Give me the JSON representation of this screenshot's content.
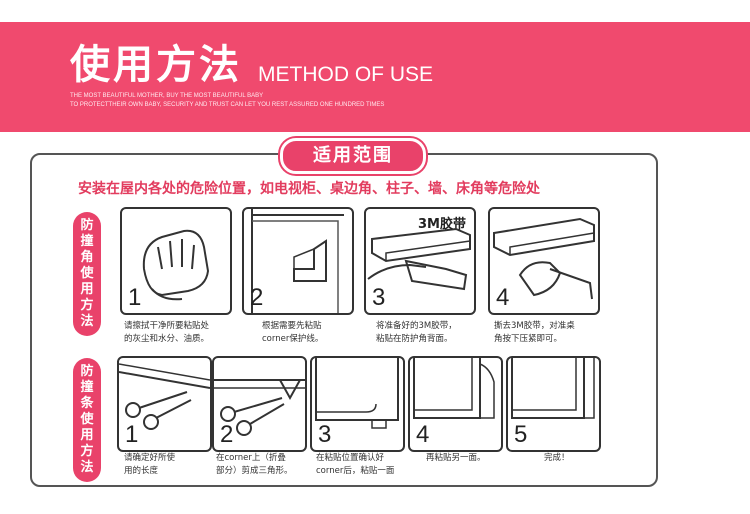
{
  "banner": {
    "title": "使用方法",
    "subtitle": "METHOD OF USE",
    "small_line1": "THE MOST BEAUTIFUL MOTHER, BUY THE MOST BEAUTIFUL BABY",
    "small_line2": "TO PROTECTTHEIR OWN BABY, SECURITY AND TRUST CAN LET YOU REST ASSURED ONE HUNDRED TIMES"
  },
  "scope": {
    "title": "适用范围",
    "intro": "安装在屋内各处的危险位置，如电视柜、桌边角、柱子、墙、床角等危险处"
  },
  "section1": {
    "tab": [
      "防",
      "撞",
      "角",
      "使",
      "用",
      "方",
      "法"
    ],
    "steps": [
      {
        "num": "1",
        "cap1": "请擦拭干净所要粘贴处",
        "cap2": "的灰尘和水分、油质。"
      },
      {
        "num": "2",
        "cap1": "根据需要先粘贴",
        "cap2": "corner保护线。"
      },
      {
        "num": "3",
        "tag": "3M胶带",
        "cap1": "将准备好的3M胶带，",
        "cap2": "粘贴在防护角背面。"
      },
      {
        "num": "4",
        "cap1": "撕去3M胶带，对准桌",
        "cap2": "角按下压紧即可。"
      }
    ]
  },
  "section2": {
    "tab": [
      "防",
      "撞",
      "条",
      "使",
      "用",
      "方",
      "法"
    ],
    "steps": [
      {
        "num": "1",
        "cap1": "请确定好所使",
        "cap2": "用的长度"
      },
      {
        "num": "2",
        "cap1": "在corner上（折叠",
        "cap2": "部分）剪成三角形。"
      },
      {
        "num": "3",
        "cap1": "在粘贴位置确认好",
        "cap2": "corner后，粘贴一面"
      },
      {
        "num": "4",
        "cap1": "再粘贴另一面。",
        "cap2": ""
      },
      {
        "num": "5",
        "cap1": "完成！",
        "cap2": ""
      }
    ]
  },
  "colors": {
    "accent": "#f04a6e",
    "outline": "#333333"
  }
}
